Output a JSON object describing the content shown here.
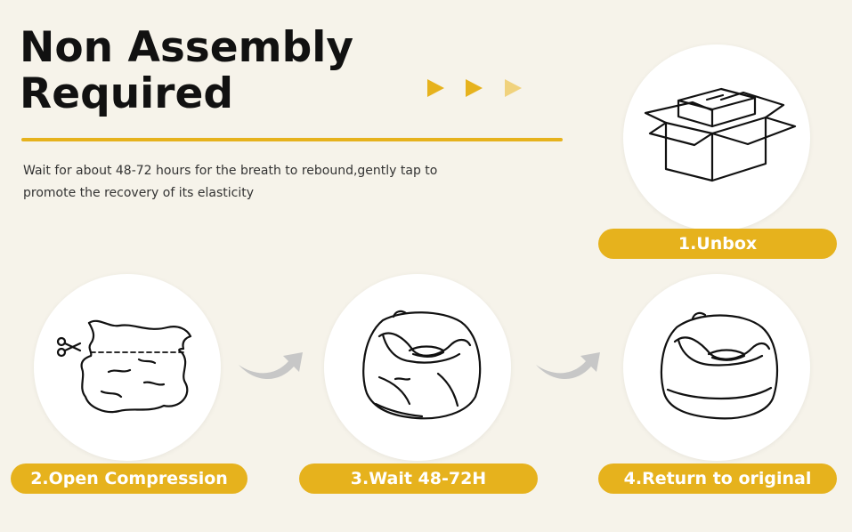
{
  "header": {
    "title_line1": "Non Assembly",
    "title_line2": "Required",
    "description_line1": "Wait for about 48-72 hours for the breath to rebound,gently tap to",
    "description_line2": "promote the recovery of its elasticity"
  },
  "steps": [
    {
      "label": "1.Unbox",
      "icon": "box-icon"
    },
    {
      "label": "2.Open Compression",
      "icon": "compressed-bag-scissors-icon"
    },
    {
      "label": "3.Wait 48-72H",
      "icon": "bean-bag-chair-icon"
    },
    {
      "label": "4.Return to original",
      "icon": "bean-bag-chair-icon"
    }
  ],
  "colors": {
    "accent": "#e6b21d",
    "accent_light": "#f0d27d",
    "background": "#f6f3ea",
    "title": "#111111",
    "arrow_gray": "#c7c7c7"
  }
}
